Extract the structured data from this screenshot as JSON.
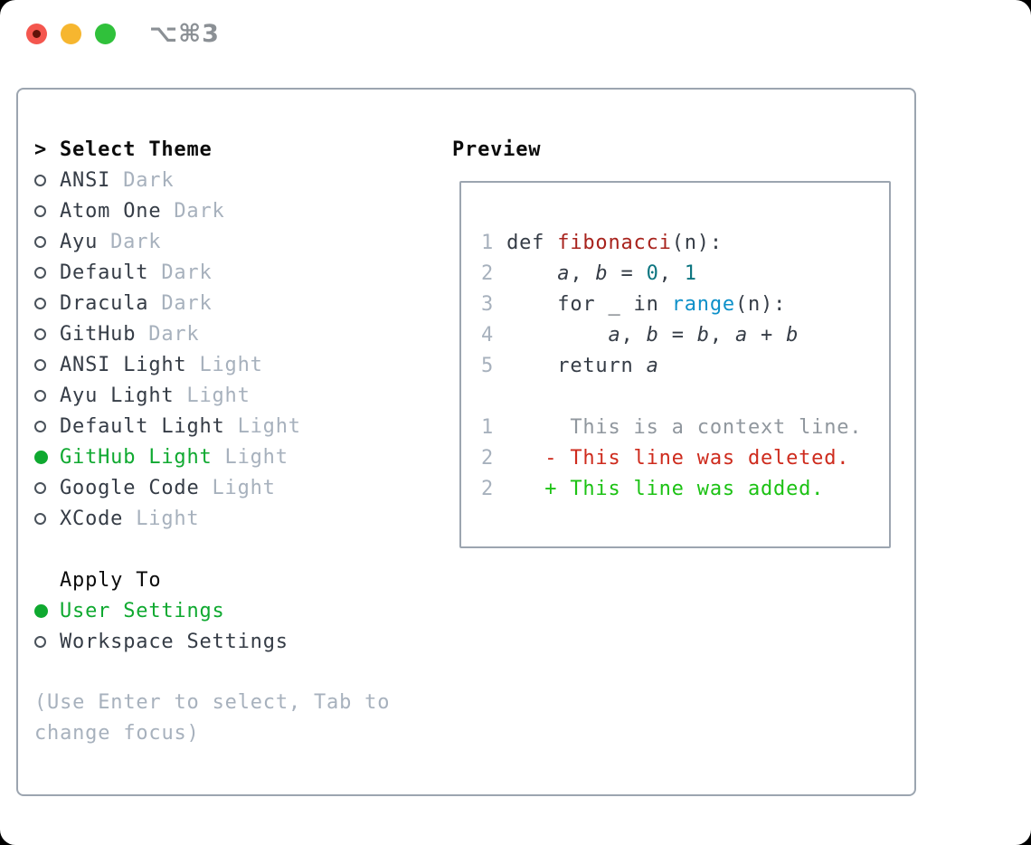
{
  "titlebar": {
    "title": "⌥⌘3"
  },
  "theme_picker": {
    "header": {
      "marker": ">",
      "label": "Select Theme"
    },
    "themes": [
      {
        "name": "ANSI",
        "variant": "Dark",
        "selected": false
      },
      {
        "name": "Atom One",
        "variant": "Dark",
        "selected": false
      },
      {
        "name": "Ayu",
        "variant": "Dark",
        "selected": false
      },
      {
        "name": "Default",
        "variant": "Dark",
        "selected": false
      },
      {
        "name": "Dracula",
        "variant": "Dark",
        "selected": false
      },
      {
        "name": "GitHub",
        "variant": "Dark",
        "selected": false
      },
      {
        "name": "ANSI Light",
        "variant": "Light",
        "selected": false
      },
      {
        "name": "Ayu Light",
        "variant": "Light",
        "selected": false
      },
      {
        "name": "Default Light",
        "variant": "Light",
        "selected": false
      },
      {
        "name": "GitHub Light",
        "variant": "Light",
        "selected": true
      },
      {
        "name": "Google Code",
        "variant": "Light",
        "selected": false
      },
      {
        "name": "XCode",
        "variant": "Light",
        "selected": false
      }
    ],
    "apply_to": {
      "label": "Apply To",
      "options": [
        {
          "label": "User Settings",
          "selected": true
        },
        {
          "label": "Workspace Settings",
          "selected": false
        }
      ]
    },
    "help": "(Use Enter to select, Tab to change focus)"
  },
  "preview": {
    "label": "Preview",
    "code_lines": [
      [
        [
          "ln",
          "1 "
        ],
        [
          "k",
          "def "
        ],
        [
          "fn",
          "fibonacci"
        ],
        [
          "p",
          "(n):"
        ]
      ],
      [
        [
          "ln",
          "2 "
        ],
        [
          "p",
          "    "
        ],
        [
          "v",
          "a"
        ],
        [
          "p",
          ", "
        ],
        [
          "v",
          "b"
        ],
        [
          "p",
          " = "
        ],
        [
          "num",
          "0"
        ],
        [
          "p",
          ", "
        ],
        [
          "num",
          "1"
        ]
      ],
      [
        [
          "ln",
          "3 "
        ],
        [
          "p",
          "    "
        ],
        [
          "k",
          "for "
        ],
        [
          "v",
          "_"
        ],
        [
          "k",
          " in "
        ],
        [
          "bi",
          "range"
        ],
        [
          "p",
          "(n):"
        ]
      ],
      [
        [
          "ln",
          "4 "
        ],
        [
          "p",
          "        "
        ],
        [
          "v",
          "a"
        ],
        [
          "p",
          ", "
        ],
        [
          "v",
          "b"
        ],
        [
          "p",
          " = "
        ],
        [
          "v",
          "b"
        ],
        [
          "p",
          ", "
        ],
        [
          "v",
          "a"
        ],
        [
          "p",
          " + "
        ],
        [
          "v",
          "b"
        ]
      ],
      [
        [
          "ln",
          "5 "
        ],
        [
          "p",
          "    "
        ],
        [
          "k",
          "return "
        ],
        [
          "v",
          "a"
        ]
      ],
      [],
      [
        [
          "ln",
          "1"
        ],
        [
          "ctx",
          "      This is a context line."
        ]
      ],
      [
        [
          "ln",
          "2"
        ],
        [
          "p",
          "    "
        ],
        [
          "del",
          "- This line was deleted."
        ]
      ],
      [
        [
          "ln",
          "2"
        ],
        [
          "p",
          "    "
        ],
        [
          "add",
          "+ This line was added."
        ]
      ]
    ]
  },
  "colors": {
    "border": "#9ca5b0",
    "black": "#0b0b0b",
    "dark": "#353c46",
    "muted": "#a7b1bd",
    "radio": "#4a525b",
    "green": "#0fa930",
    "add_green": "#1cc214",
    "del_red": "#ce2b1d",
    "fn_red": "#a8231d",
    "teal": "#0c7580",
    "blue": "#0d90c9",
    "ctx_gray": "#90979e",
    "title_gray": "#8b9095",
    "tl_red": "#f4564e",
    "tl_red_dot": "#601309",
    "tl_yellow": "#f6b62f",
    "tl_green": "#30c13b"
  }
}
